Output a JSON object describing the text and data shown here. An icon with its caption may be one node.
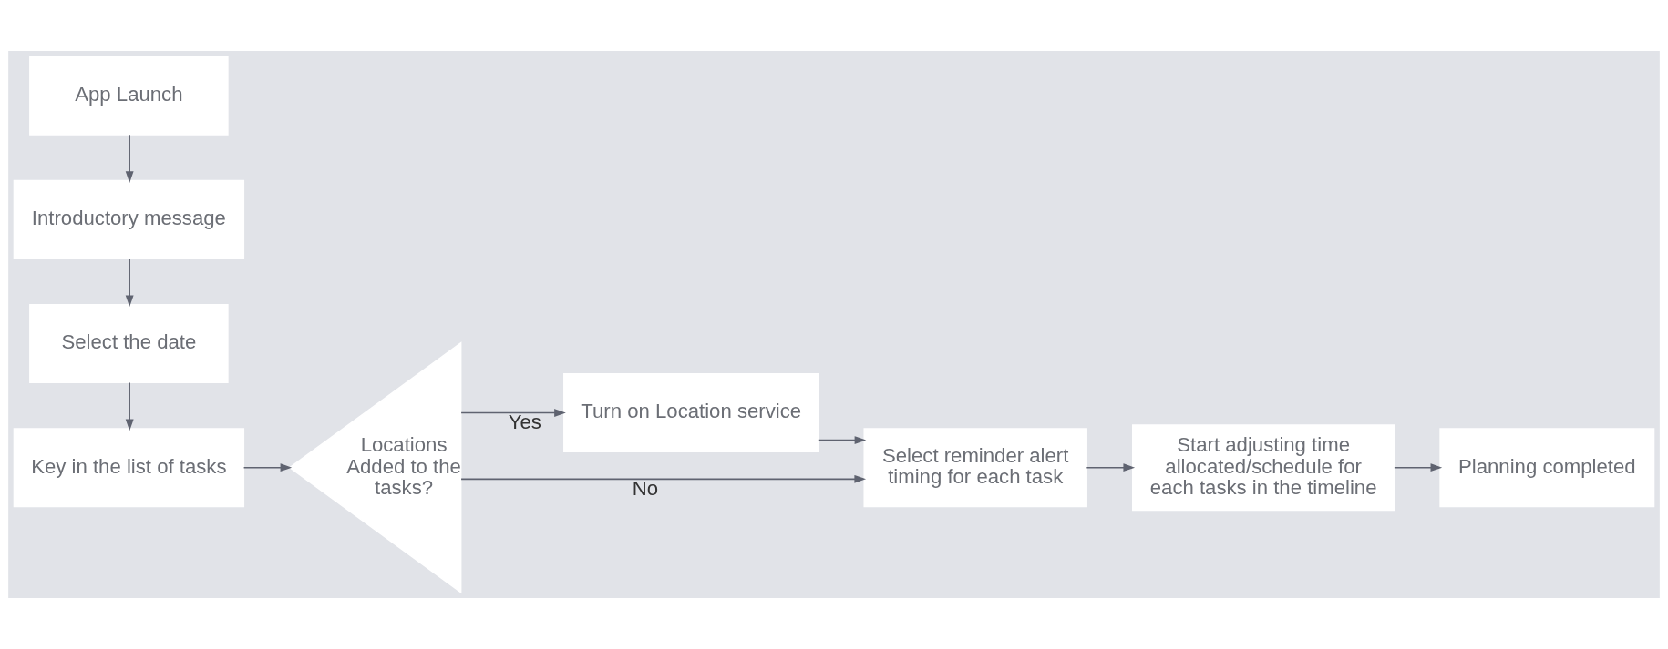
{
  "diagram": {
    "nodes": [
      {
        "text": [
          "App Launch"
        ]
      },
      {
        "text": [
          "Introductory message"
        ]
      },
      {
        "text": [
          "Select the date"
        ]
      },
      {
        "text": [
          "Key in the list of tasks"
        ]
      },
      {
        "text": [
          "Locations Added to the tasks?"
        ]
      },
      {
        "text": [
          "Turn on Location service"
        ]
      },
      {
        "text": [
          "Select reminder alert timing for each task"
        ]
      },
      {
        "text": [
          "Start adjusting time allocated/schedule for each tasks in the timeline"
        ]
      },
      {
        "text": [
          "Planning completed"
        ]
      }
    ],
    "edges": [
      {
        "from": 0,
        "to": 1,
        "arrow": "to"
      },
      {
        "from": 1,
        "to": 2,
        "arrow": "to"
      },
      {
        "from": 2,
        "to": 3,
        "arrow": "to"
      },
      {
        "from": 3,
        "to": 4,
        "arrow": "to"
      },
      {
        "from": 4,
        "to": 5,
        "label": "Yes",
        "arrow": "to"
      },
      {
        "from": 4,
        "to": 6,
        "label": "No",
        "arrow": "to"
      },
      {
        "from": 5,
        "to": 6,
        "arrow": "to"
      },
      {
        "from": 6,
        "to": 7,
        "arrow": "to"
      },
      {
        "from": 7,
        "to": 8,
        "arrow": "to"
      }
    ]
  }
}
